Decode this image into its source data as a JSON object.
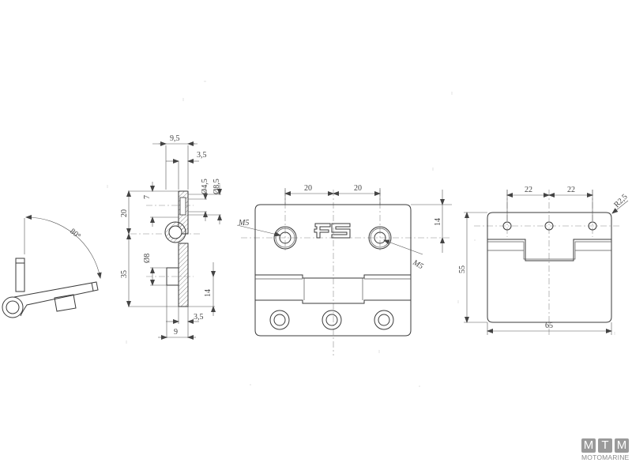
{
  "drawing": {
    "subject": "hinge technical drawing",
    "views": {
      "opening_view": {
        "angle_label": "80°"
      },
      "side_section": {
        "dims": {
          "top_width": "9,5",
          "top_thickness": "3,5",
          "hole_small": "Ø4,5",
          "hole_large": "Ø8,5",
          "upper_offset": "7",
          "upper_height": "20",
          "lower_height": "35",
          "boss_dia": "Ø8",
          "boss_height": "14",
          "bottom_thickness": "3,5",
          "bottom_width": "9"
        }
      },
      "front_view": {
        "dims": {
          "spacing_left": "20",
          "spacing_right": "20",
          "top_offset": "14",
          "thread_left": "M5",
          "thread_right": "M5"
        }
      },
      "back_view": {
        "dims": {
          "spacing_left": "22",
          "spacing_right": "22",
          "corner_radius": "R2,5",
          "height": "55",
          "width": "65"
        }
      }
    }
  },
  "logo": {
    "letters": [
      "M",
      "T",
      "M"
    ],
    "name": "MOTOMARINE",
    "color": "#9a9a9a"
  }
}
